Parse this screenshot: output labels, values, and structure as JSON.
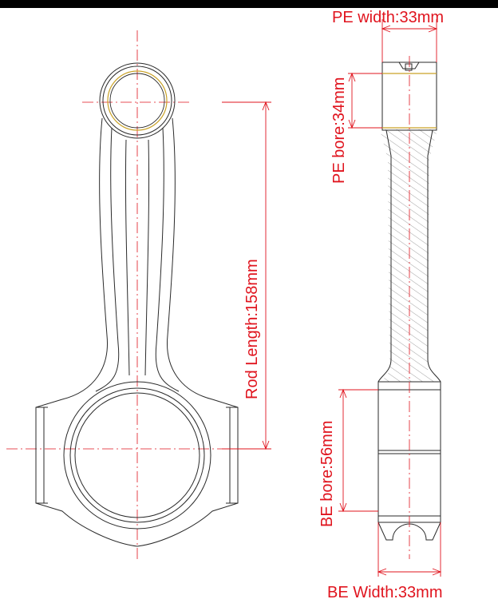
{
  "colors": {
    "dimension": "#e0141e",
    "outline": "#2a2a2a",
    "centerline": "#e0141e",
    "bushing": "#c9a227",
    "hatch": "#8a8a8a",
    "background": "#ffffff"
  },
  "labels": {
    "pe_width": "PE width:33mm",
    "pe_bore": "PE bore:34mm",
    "rod_length": "Rod Length:158mm",
    "be_bore": "BE bore:56mm",
    "be_width": "BE Width:33mm"
  }
}
